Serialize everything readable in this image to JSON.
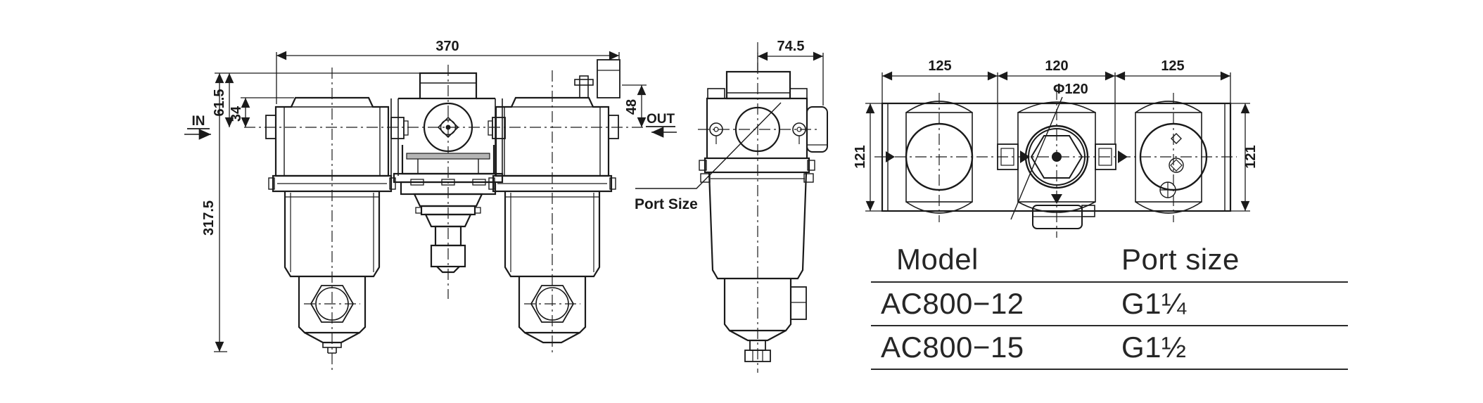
{
  "drawing": {
    "front_view": {
      "dim_width": "370",
      "dim_upper": "61.5",
      "dim_body": "34",
      "dim_height": "317.5",
      "dim_out": "48",
      "label_in": "IN",
      "label_out": "OUT"
    },
    "side_view": {
      "dim_width": "74.5",
      "label_port": "Port Size"
    },
    "top_view": {
      "dim_left": "125",
      "dim_center": "120",
      "dim_right": "125",
      "dim_height_left": "121",
      "dim_height_right": "121",
      "label_diameter": "Φ120"
    }
  },
  "table": {
    "headers": {
      "model": "Model",
      "port_size": "Port size"
    },
    "rows": [
      {
        "model": "AC800−12",
        "port_size": "G1¼"
      },
      {
        "model": "AC800−15",
        "port_size": "G1½"
      }
    ]
  },
  "colors": {
    "line": "#1a1a1a",
    "background": "#ffffff",
    "shading": "#b5b5b5"
  }
}
